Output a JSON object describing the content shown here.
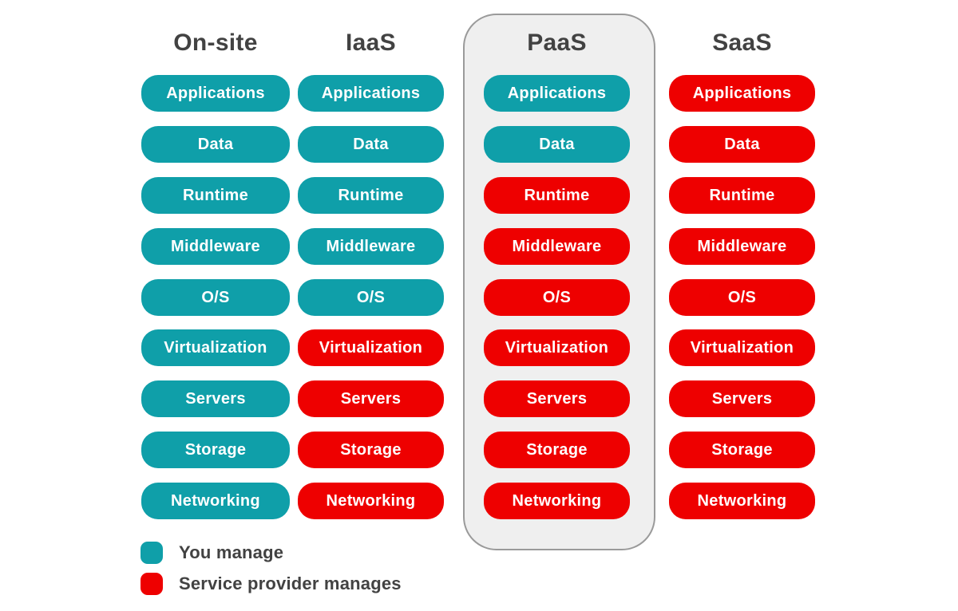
{
  "diagram": {
    "layers": [
      "Applications",
      "Data",
      "Runtime",
      "Middleware",
      "O/S",
      "Virtualization",
      "Servers",
      "Storage",
      "Networking"
    ],
    "columns": [
      {
        "name": "On-site",
        "highlighted": false,
        "cells": [
          "you",
          "you",
          "you",
          "you",
          "you",
          "you",
          "you",
          "you",
          "you"
        ]
      },
      {
        "name": "IaaS",
        "highlighted": false,
        "cells": [
          "you",
          "you",
          "you",
          "you",
          "you",
          "provider",
          "provider",
          "provider",
          "provider"
        ]
      },
      {
        "name": "PaaS",
        "highlighted": true,
        "cells": [
          "you",
          "you",
          "provider",
          "provider",
          "provider",
          "provider",
          "provider",
          "provider",
          "provider"
        ]
      },
      {
        "name": "SaaS",
        "highlighted": false,
        "cells": [
          "provider",
          "provider",
          "provider",
          "provider",
          "provider",
          "provider",
          "provider",
          "provider",
          "provider"
        ]
      }
    ],
    "legend": [
      {
        "key": "you",
        "label": "You manage"
      },
      {
        "key": "provider",
        "label": "Service provider manages"
      }
    ],
    "colors": {
      "you": "#0f9fa9",
      "provider": "#ee0000",
      "text_dark": "#424242",
      "pill_text": "#ffffff",
      "highlight_fill": "#efefef",
      "highlight_border": "#9a9a9a"
    }
  }
}
